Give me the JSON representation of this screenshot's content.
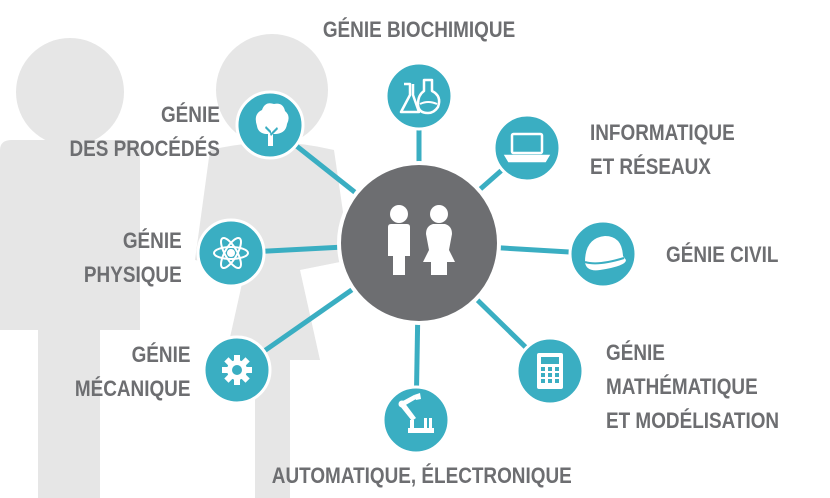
{
  "colors": {
    "accent": "#3aaec2",
    "hub": "#6d6e71",
    "text": "#6d6e71",
    "silhouette": "#e6e6e6"
  },
  "hub": {
    "icon": "man-and-woman-icon"
  },
  "nodes": [
    {
      "id": "biochimique",
      "icon": "flasks-icon",
      "label": [
        "GÉNIE BIOCHIMIQUE"
      ]
    },
    {
      "id": "informatique",
      "icon": "laptop-icon",
      "label": [
        "INFORMATIQUE",
        "ET RÉSEAUX"
      ]
    },
    {
      "id": "civil",
      "icon": "hard-hat-icon",
      "label": [
        "GÉNIE CIVIL"
      ]
    },
    {
      "id": "mathematique",
      "icon": "calculator-icon",
      "label": [
        "GÉNIE",
        "MATHÉMATIQUE",
        "ET MODÉLISATION"
      ]
    },
    {
      "id": "automatique",
      "icon": "robot-arm-icon",
      "label": [
        "AUTOMATIQUE, ÉLECTRONIQUE"
      ]
    },
    {
      "id": "mecanique",
      "icon": "gear-icon",
      "label": [
        "GÉNIE",
        "MÉCANIQUE"
      ]
    },
    {
      "id": "physique",
      "icon": "atom-icon",
      "label": [
        "GÉNIE",
        "PHYSIQUE"
      ]
    },
    {
      "id": "procedes",
      "icon": "tree-icon",
      "label": [
        "GÉNIE",
        "DES PROCÉDÉS"
      ]
    }
  ]
}
